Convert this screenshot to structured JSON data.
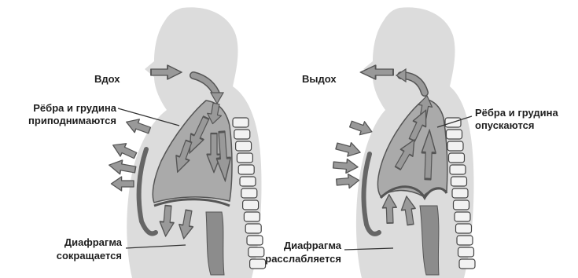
{
  "inhale": {
    "title": "Вдох",
    "ribs_label": [
      "Рёбра и грудина",
      "приподнимаются"
    ],
    "diaphragm_label": [
      "Диафрагма",
      "сокращается"
    ]
  },
  "exhale": {
    "title": "Выдох",
    "ribs_label": [
      "Рёбра и грудина",
      "опускаются"
    ],
    "diaphragm_label": [
      "Диафрагма",
      "расслабляется"
    ]
  },
  "colors": {
    "body_silhouette": "#dcdcdc",
    "lung_cavity": "#aaaaaa",
    "arrow_fill": "#999999",
    "arrow_stroke": "#555555",
    "spine": "#f2f2f2",
    "text": "#1e1e1e"
  }
}
